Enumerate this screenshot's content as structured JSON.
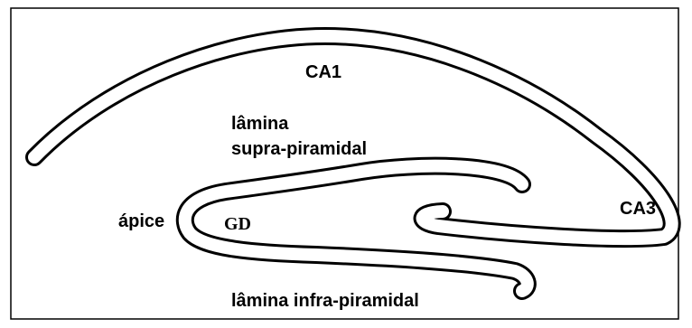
{
  "labels": {
    "ca1": "CA1",
    "ca3": "CA3",
    "lamina_supra_line1": "lâmina",
    "lamina_supra_line2": "supra-piramidal",
    "apice": "ápice",
    "gd": "GD",
    "lamina_infra": "lâmina infra-piramidal"
  }
}
